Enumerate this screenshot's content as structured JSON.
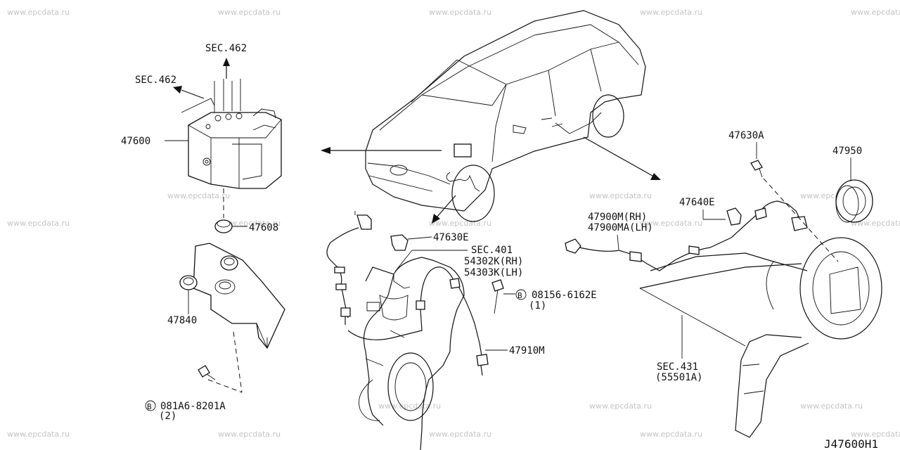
{
  "watermark": "www.epcdata.ru",
  "diagram_code": "J47600H1",
  "labels": {
    "sec462_top": "SEC.462",
    "sec462_left": "SEC.462",
    "p47600": "47600",
    "p47608": "47608",
    "p47840": "47840",
    "bolt_left": "081A6-8201A",
    "bolt_left_qty": "(2)",
    "p47630e": "47630E",
    "sec401": "SEC.401",
    "p54302k": "54302K(RH)",
    "p54303k": "54303K(LH)",
    "bolt_right": "08156-6162E",
    "bolt_right_qty": "(1)",
    "p47910m": "47910M",
    "p47630a": "47630A",
    "p47950": "47950",
    "p47640e": "47640E",
    "p47900m": "47900M(RH)",
    "p47900ma": "47900MA(LH)",
    "sec431": "SEC.431",
    "p55501a": "(55501A)",
    "circled_b": "B"
  }
}
